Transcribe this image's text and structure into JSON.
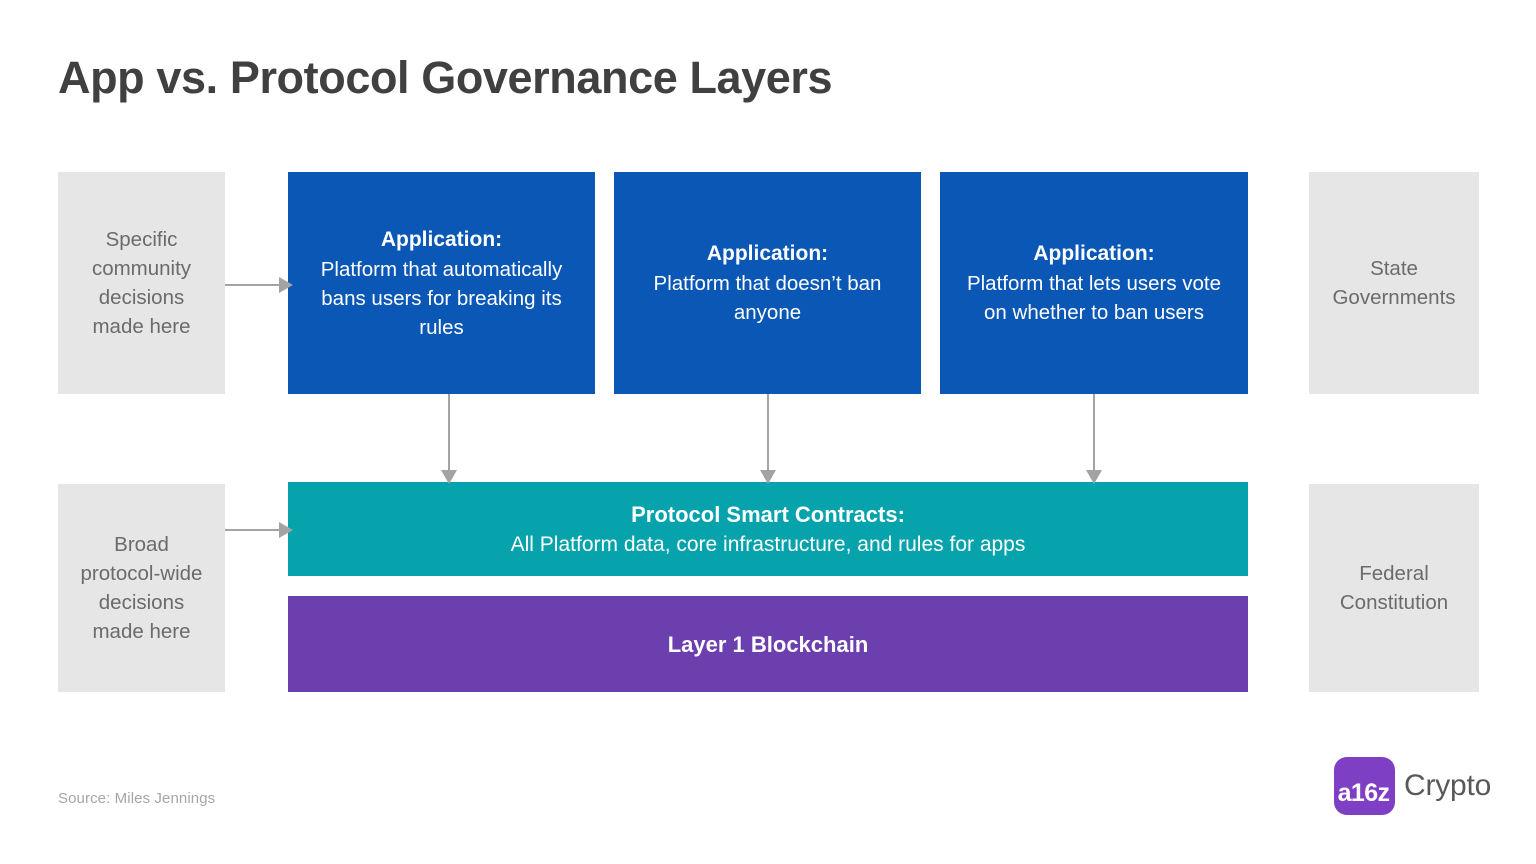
{
  "page": {
    "title": "App vs. Protocol Governance Layers",
    "background_color": "#ffffff",
    "title_color": "#404040"
  },
  "colors": {
    "application_blue": "#0b57b5",
    "protocol_teal": "#07a3ad",
    "layer1_purple": "#6c3fae",
    "annotation_gray": "#e6e6e6",
    "annotation_text": "#6b6b6e",
    "connector_gray": "#a3a3a3",
    "logo_purple": "#7e3fc4"
  },
  "left_annotations": [
    {
      "text": "Specific community decisions made here"
    },
    {
      "text": "Broad protocol-wide decisions made here"
    }
  ],
  "right_annotations": [
    {
      "text": "State Governments"
    },
    {
      "text": "Federal Constitution"
    }
  ],
  "application_layer": {
    "cards": [
      {
        "title": "Application:",
        "description": "Platform that automatically bans users for breaking its rules"
      },
      {
        "title": "Application:",
        "description": "Platform that doesn’t ban anyone"
      },
      {
        "title": "Application:",
        "description": "Platform that lets users vote on whether to ban users"
      }
    ]
  },
  "protocol_layer": {
    "title": "Protocol Smart Contracts:",
    "description": "All Platform data, core infrastructure, and rules for apps"
  },
  "base_layer": {
    "title": "Layer 1 Blockchain"
  },
  "footer": {
    "source": "Source: Miles Jennings",
    "logo_mark": "a16z",
    "logo_word": "Crypto"
  }
}
